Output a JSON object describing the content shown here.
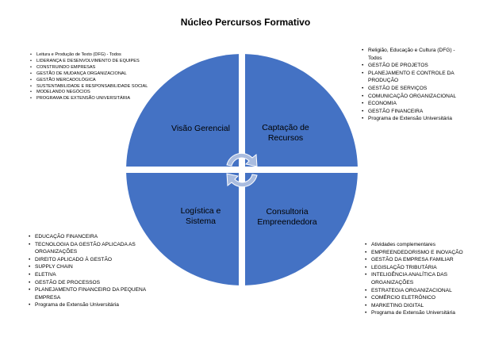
{
  "title": "Núcleo Percursos Formativo",
  "colors": {
    "quadrant": "#4472C4",
    "divider": "#ffffff",
    "arrow": "#A9BCDF"
  },
  "quadrants": {
    "top_left": "Visão Gerencial",
    "top_right_line1": "Captação de",
    "top_right_line2": "Recursos",
    "bottom_left_line1": "Logística e",
    "bottom_left_line2": "Sistema",
    "bottom_right_line1": "Consultoria",
    "bottom_right_line2": "Empreendedora"
  },
  "lists": {
    "top_left": [
      "Leitura e Produção de Texto (DFG) - Todos",
      "LIDERANÇA E DESENVOLVIMENTO DE EQUIPES",
      "CONSTRUINDO EMPRESAS",
      "GESTÃO DE MUDANÇA ORGANIZACIONAL",
      "GESTÃO MERCADOLÓGICA",
      "SUSTENTABILIDADE E RESPONSABILIDADE SOCIAL",
      "MODELANDO NEGÓCIOS",
      "PROGRAMA DE EXTENSÃO UNIVERSITÁRIA"
    ],
    "top_right": [
      "Religião, Educação e Cultura (DFG) -",
      "Todos",
      "GESTÃO DE PROJETOS",
      "PLANEJAMENTO E CONTROLE DA",
      "PRODUÇÃO",
      "GESTÃO DE SERVIÇOS",
      "COMUNICAÇÃO ORGANIZACIONAL",
      "ECONOMIA",
      "GESTÃO FINANCEIRA",
      "Programa de Extensão Universitária"
    ],
    "bottom_left": [
      "EDUCAÇÃO FINANCEIRA",
      "TECNOLOGIA DA GESTÃO APLICADA AS",
      "ORGANIZAÇÕES",
      "DIREITO APLICADO À GESTÃO",
      "SUPPLY CHAIN",
      "ELETIVA",
      "GESTÃO DE PROCESSOS",
      "PLANEJAMENTO FINANCEIRO DA PEQUENA",
      "EMPRESA",
      "Programa de Extensão Universitária"
    ],
    "bottom_right": [
      "Atividades complementares",
      "EMPREENDEDORISMO E INOVAÇÃO",
      "GESTÃO DA EMPRESA FAMILIAR",
      "LEGISLAÇÃO TRIBUTÁRIA",
      "INTELIGÊNCIA ANALÍTICA DAS",
      "ORGANIZAÇÕES",
      "ESTRATEGIA ORGANIZACIONAL",
      "COMÉRCIO ELETRÔNICO",
      "MARKETING DIGITAL",
      "Programa de Extensão Universitária"
    ]
  }
}
